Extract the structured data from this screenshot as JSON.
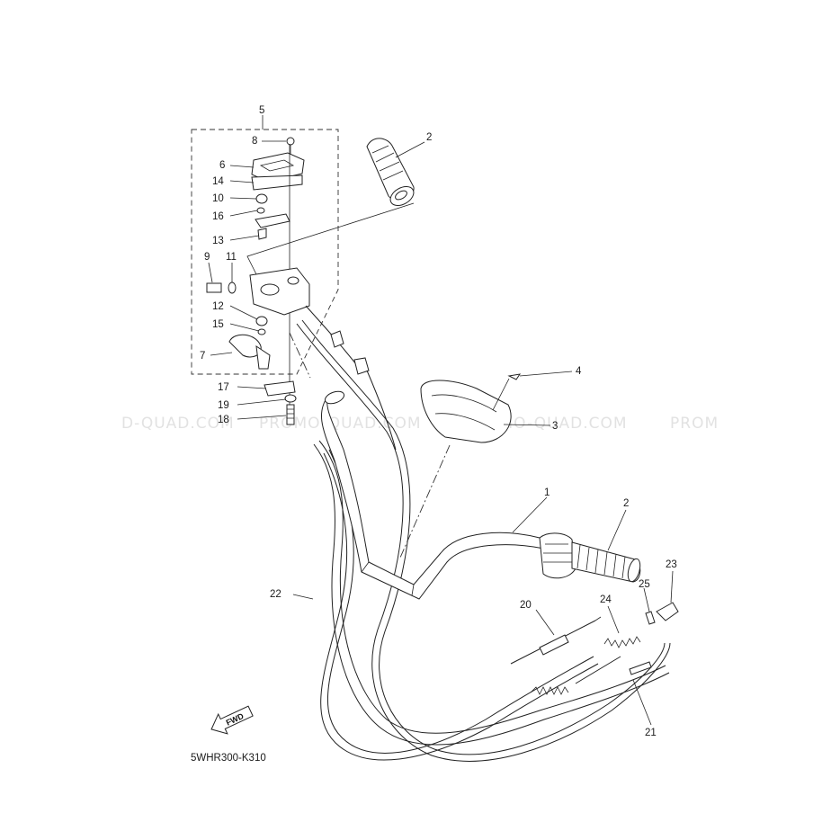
{
  "watermark": {
    "items": [
      "D-QUAD.COM",
      "PROMO-QUAD.COM",
      "PROMO-QUAD.COM",
      "PROM"
    ]
  },
  "diagram_code": "5WHR300-K310",
  "fwd_label": "FWD",
  "callouts": {
    "c1": "1",
    "c2a": "2",
    "c2b": "2",
    "c3": "3",
    "c4": "4",
    "c5": "5",
    "c6": "6",
    "c7": "7",
    "c8": "8",
    "c9": "9",
    "c10": "10",
    "c11": "11",
    "c12": "12",
    "c13": "13",
    "c14": "14",
    "c15": "15",
    "c16": "16",
    "c17": "17",
    "c18": "18",
    "c19": "19",
    "c20": "20",
    "c21": "21",
    "c22": "22",
    "c23": "23",
    "c24": "24",
    "c25": "25"
  }
}
